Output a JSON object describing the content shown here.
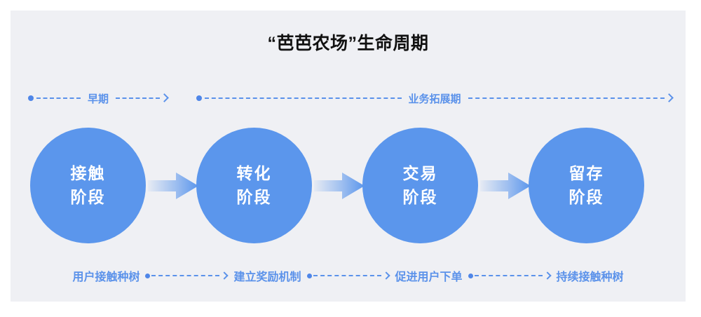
{
  "page": {
    "title": "“芭芭农场”生命周期",
    "background_color": "#eff0f4",
    "accent_color": "#5b96ec",
    "label_color": "#5b92ea"
  },
  "phases": [
    {
      "label": "早期",
      "name": "phase-early"
    },
    {
      "label": "业务拓展期",
      "name": "phase-growth"
    }
  ],
  "stages": [
    {
      "line1": "接触",
      "line2": "阶段"
    },
    {
      "line1": "转化",
      "line2": "阶段"
    },
    {
      "line1": "交易",
      "line2": "阶段"
    },
    {
      "line1": "留存",
      "line2": "阶段"
    }
  ],
  "actions": [
    {
      "label": "用户接触种树"
    },
    {
      "label": "建立奖励机制"
    },
    {
      "label": "促进用户下单"
    },
    {
      "label": "持续接触种树"
    }
  ]
}
